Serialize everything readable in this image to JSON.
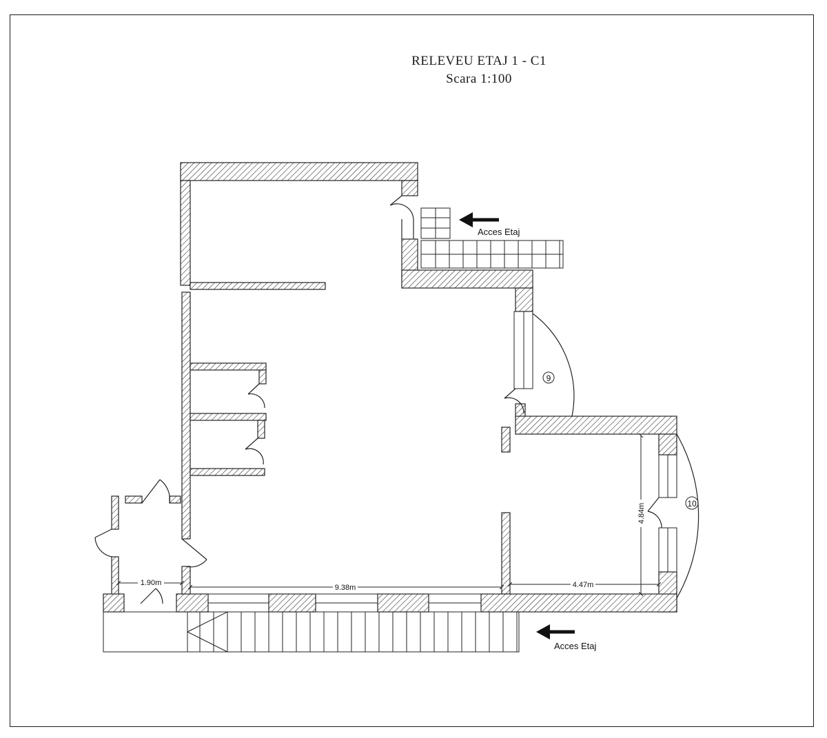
{
  "title": "RELEVEU ETAJ 1 - C1",
  "subtitle": "Scara 1:100",
  "access_labels": {
    "upper": "Acces Etaj",
    "lower": "Acces Etaj"
  },
  "room_markers": {
    "door_9": "9",
    "door_10": "10"
  },
  "dimensions": {
    "left_width": "1.90m",
    "main_width": "9.38m",
    "right_width": "4.47m",
    "right_depth": "4.84m"
  }
}
